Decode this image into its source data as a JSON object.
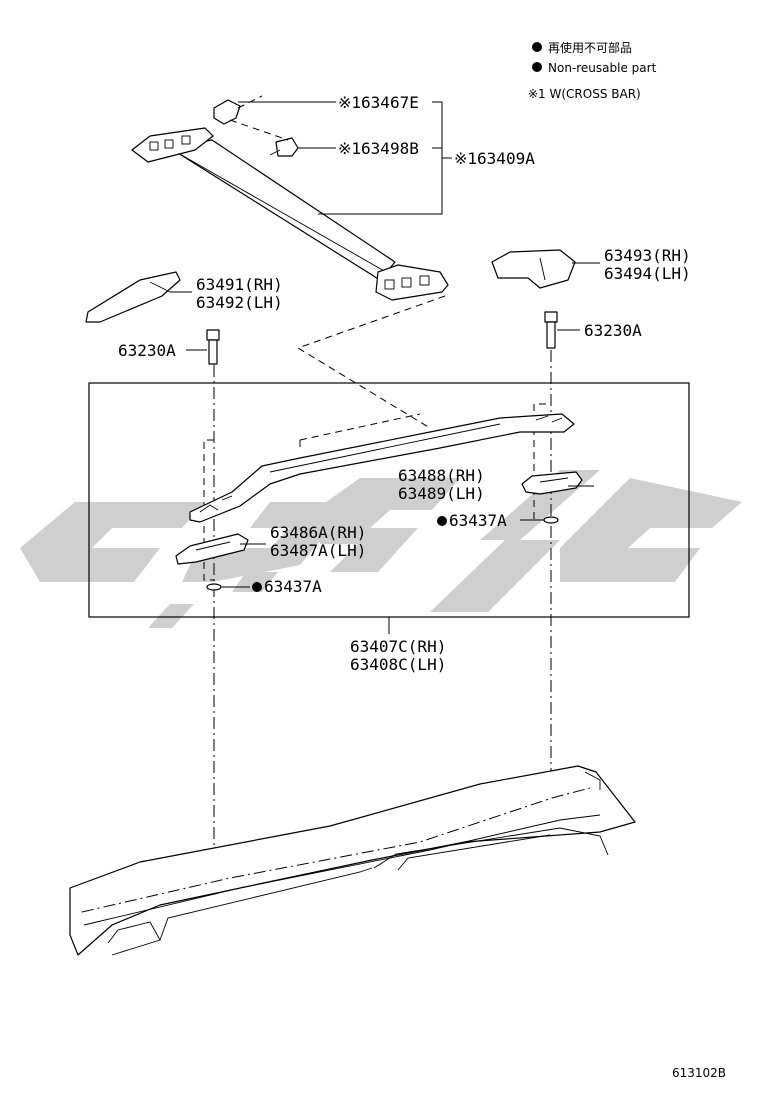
{
  "legend": {
    "nonreusable_jp": "再使用不可部品",
    "nonreusable_en": "Non-reusable part",
    "note": "※1  W(CROSS BAR)"
  },
  "callouts": {
    "p63467E": "※163467E",
    "p63498B": "※163498B",
    "p63409A": "※163409A",
    "p63491": "63491(RH)",
    "p63492": "63492(LH)",
    "p63493": "63493(RH)",
    "p63494": "63494(LH)",
    "p63230A_left": "63230A",
    "p63230A_right": "63230A",
    "p63488": "63488(RH)",
    "p63489": "63489(LH)",
    "p63437A_right": "63437A",
    "p63486A": "63486A(RH)",
    "p63487A": "63487A(LH)",
    "p63437A_left": "63437A",
    "p63407C": "63407C(RH)",
    "p63408C": "63408C(LH)"
  },
  "figure_id": "613102B",
  "colors": {
    "line": "#000000",
    "watermark": "#cfcfcf",
    "background": "#ffffff"
  }
}
